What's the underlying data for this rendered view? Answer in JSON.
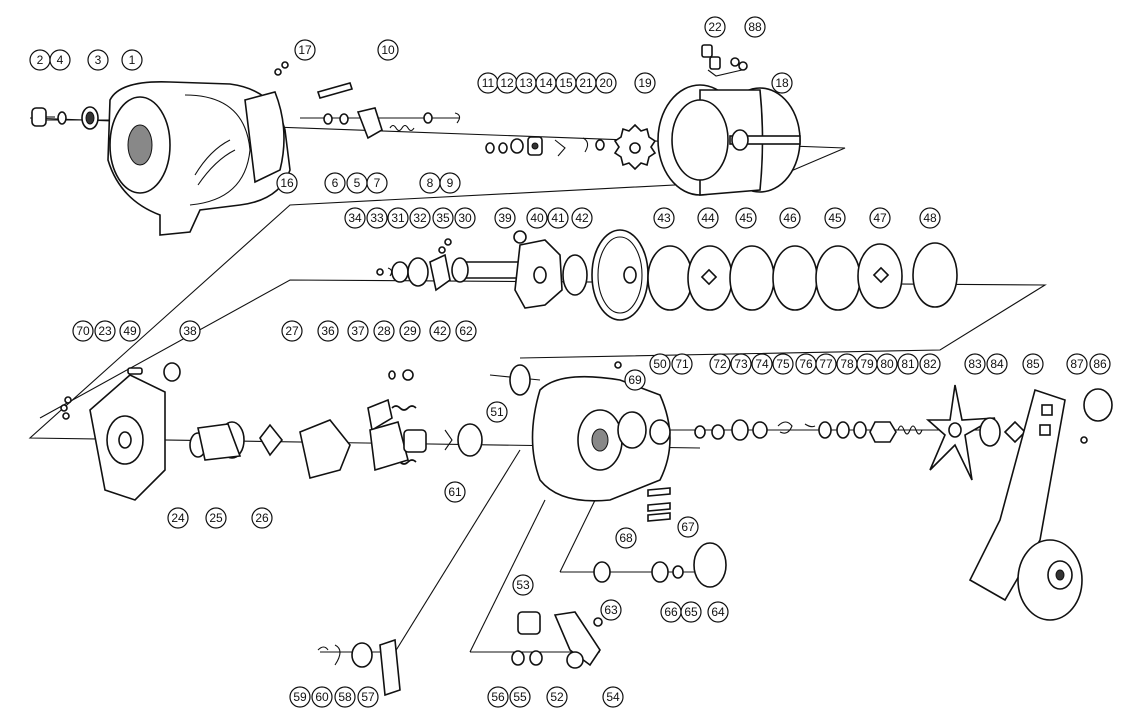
{
  "callouts": [
    {
      "id": "c2",
      "label": "2"
    },
    {
      "id": "c4",
      "label": "4"
    },
    {
      "id": "c3",
      "label": "3"
    },
    {
      "id": "c1",
      "label": "1"
    },
    {
      "id": "c17",
      "label": "17"
    },
    {
      "id": "c10",
      "label": "10"
    },
    {
      "id": "c6",
      "label": "6"
    },
    {
      "id": "c5",
      "label": "5"
    },
    {
      "id": "c7",
      "label": "7"
    },
    {
      "id": "c8",
      "label": "8"
    },
    {
      "id": "c9",
      "label": "9"
    },
    {
      "id": "c16",
      "label": "16"
    },
    {
      "id": "c11",
      "label": "11"
    },
    {
      "id": "c12",
      "label": "12"
    },
    {
      "id": "c13",
      "label": "13"
    },
    {
      "id": "c14",
      "label": "14"
    },
    {
      "id": "c15",
      "label": "15"
    },
    {
      "id": "c21",
      "label": "21"
    },
    {
      "id": "c20",
      "label": "20"
    },
    {
      "id": "c19",
      "label": "19"
    },
    {
      "id": "c22",
      "label": "22"
    },
    {
      "id": "c88",
      "label": "88"
    },
    {
      "id": "c18",
      "label": "18"
    },
    {
      "id": "c34",
      "label": "34"
    },
    {
      "id": "c33",
      "label": "33"
    },
    {
      "id": "c31",
      "label": "31"
    },
    {
      "id": "c32",
      "label": "32"
    },
    {
      "id": "c35",
      "label": "35"
    },
    {
      "id": "c30",
      "label": "30"
    },
    {
      "id": "c39",
      "label": "39"
    },
    {
      "id": "c40",
      "label": "40"
    },
    {
      "id": "c41",
      "label": "41"
    },
    {
      "id": "c42a",
      "label": "42"
    },
    {
      "id": "c43",
      "label": "43"
    },
    {
      "id": "c44",
      "label": "44"
    },
    {
      "id": "c45a",
      "label": "45"
    },
    {
      "id": "c46",
      "label": "46"
    },
    {
      "id": "c45b",
      "label": "45"
    },
    {
      "id": "c47",
      "label": "47"
    },
    {
      "id": "c48",
      "label": "48"
    },
    {
      "id": "c70",
      "label": "70"
    },
    {
      "id": "c23",
      "label": "23"
    },
    {
      "id": "c49",
      "label": "49"
    },
    {
      "id": "c38",
      "label": "38"
    },
    {
      "id": "c27",
      "label": "27"
    },
    {
      "id": "c36",
      "label": "36"
    },
    {
      "id": "c37",
      "label": "37"
    },
    {
      "id": "c28",
      "label": "28"
    },
    {
      "id": "c29",
      "label": "29"
    },
    {
      "id": "c42b",
      "label": "42"
    },
    {
      "id": "c62",
      "label": "62"
    },
    {
      "id": "c24",
      "label": "24"
    },
    {
      "id": "c25",
      "label": "25"
    },
    {
      "id": "c26",
      "label": "26"
    },
    {
      "id": "c61",
      "label": "61"
    },
    {
      "id": "c51",
      "label": "51"
    },
    {
      "id": "c69",
      "label": "69"
    },
    {
      "id": "c50",
      "label": "50"
    },
    {
      "id": "c71",
      "label": "71"
    },
    {
      "id": "c72",
      "label": "72"
    },
    {
      "id": "c73",
      "label": "73"
    },
    {
      "id": "c74",
      "label": "74"
    },
    {
      "id": "c75",
      "label": "75"
    },
    {
      "id": "c76",
      "label": "76"
    },
    {
      "id": "c77",
      "label": "77"
    },
    {
      "id": "c78",
      "label": "78"
    },
    {
      "id": "c79",
      "label": "79"
    },
    {
      "id": "c80",
      "label": "80"
    },
    {
      "id": "c81",
      "label": "81"
    },
    {
      "id": "c82",
      "label": "82"
    },
    {
      "id": "c83",
      "label": "83"
    },
    {
      "id": "c84",
      "label": "84"
    },
    {
      "id": "c85",
      "label": "85"
    },
    {
      "id": "c87",
      "label": "87"
    },
    {
      "id": "c86",
      "label": "86"
    },
    {
      "id": "c67",
      "label": "67"
    },
    {
      "id": "c68",
      "label": "68"
    },
    {
      "id": "c53",
      "label": "53"
    },
    {
      "id": "c63",
      "label": "63"
    },
    {
      "id": "c66",
      "label": "66"
    },
    {
      "id": "c65",
      "label": "65"
    },
    {
      "id": "c64",
      "label": "64"
    },
    {
      "id": "c59",
      "label": "59"
    },
    {
      "id": "c60",
      "label": "60"
    },
    {
      "id": "c58",
      "label": "58"
    },
    {
      "id": "c57",
      "label": "57"
    },
    {
      "id": "c56",
      "label": "56"
    },
    {
      "id": "c55",
      "label": "55"
    },
    {
      "id": "c52",
      "label": "52"
    },
    {
      "id": "c54",
      "label": "54"
    }
  ]
}
